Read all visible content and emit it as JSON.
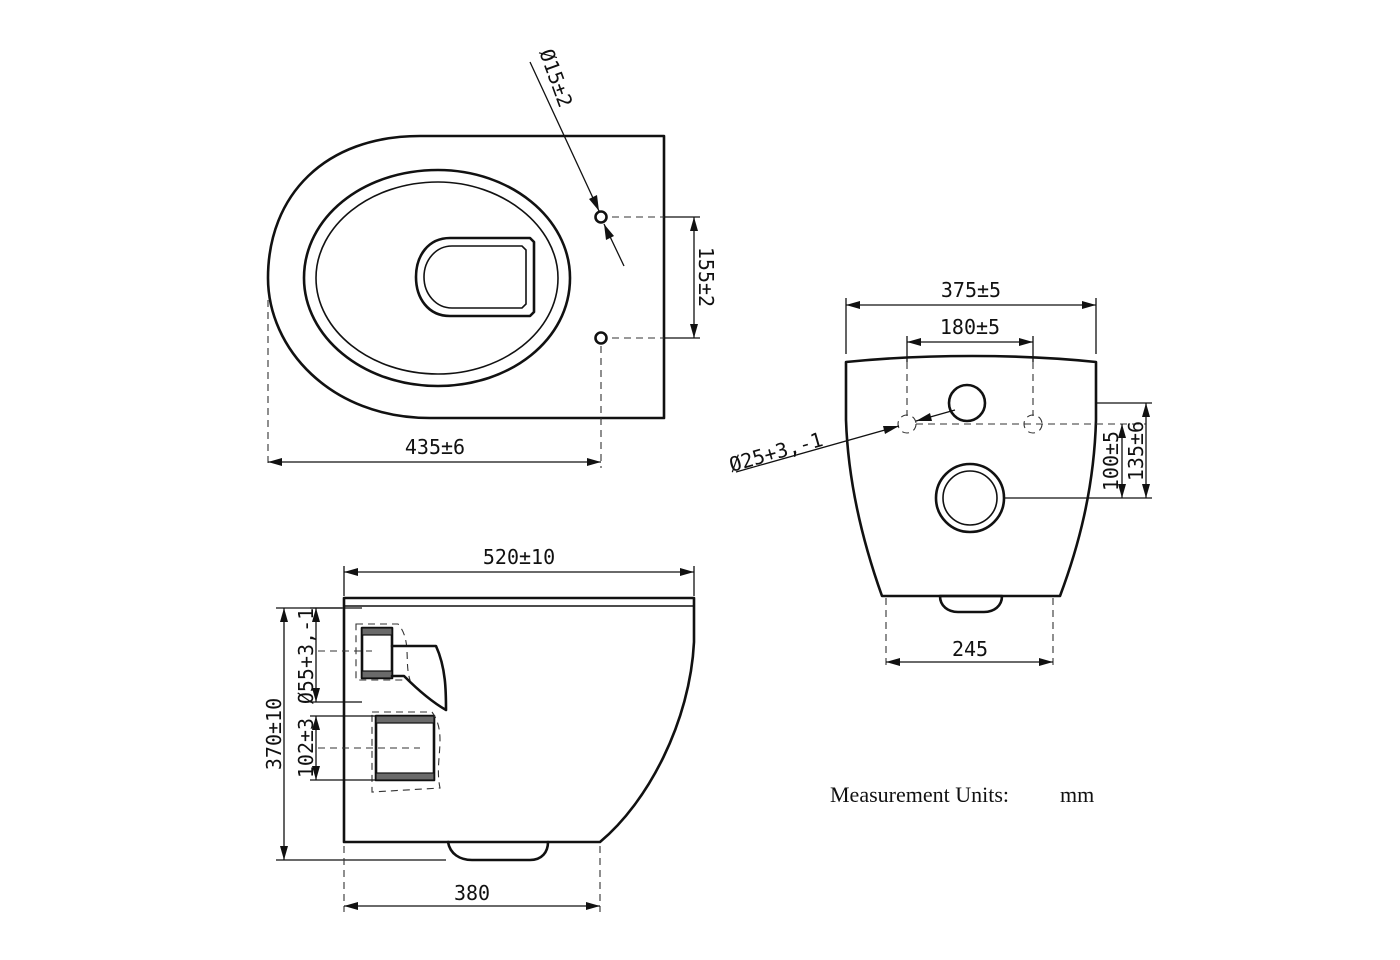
{
  "dimensions": {
    "top_view": {
      "hole_diameter": "Ø15±2",
      "hole_spacing": "155±2",
      "overall_length": "435±6"
    },
    "front_view": {
      "overall_width": "375±5",
      "bolt_spacing": "180±5",
      "bolt_hole_diameter": "Ø25+3,-1",
      "outlet_height_inner": "100±5",
      "outlet_height_outer": "135±6",
      "base_width": "245"
    },
    "side_view": {
      "overall_length": "520±10",
      "overall_height": "370±10",
      "inlet_diameter": "Ø55+3,-1",
      "outlet_diameter": "102±3",
      "base_length": "380"
    }
  },
  "measurement_units": {
    "label": "Measurement Units:",
    "unit": "mm"
  }
}
